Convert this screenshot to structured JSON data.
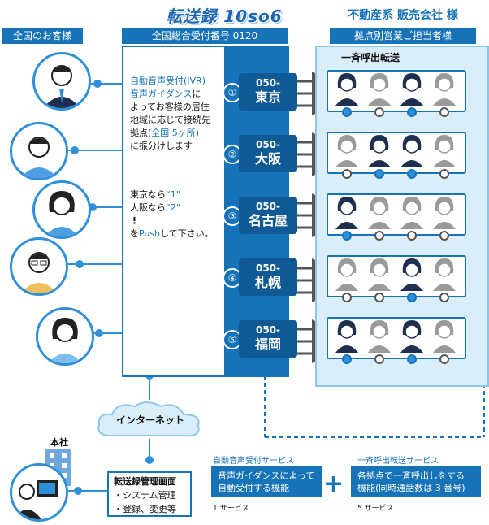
{
  "logo": "転送録 10so6",
  "customers_header": "全国のお客様",
  "reception_header": "全国総合受付番号 0120",
  "company_title": "不動産系 販売会社 様",
  "branch_header": "拠点別営業ご担当者様",
  "broadcast_label": "一斉呼出転送",
  "ivr_text": {
    "line1": "自動音声受付(IVR)",
    "line2a": "音声ガイダンス",
    "line2b": "に",
    "line3": "よってお客様の居住",
    "line4": "地域に応じて接続先",
    "line5a": "拠点",
    "line5b": "(全国 5ヶ所)",
    "line6": "に振分けします"
  },
  "push_text": {
    "tokyo_prefix": "東京なら",
    "tokyo_num": "“1”",
    "osaka_prefix": "大阪なら",
    "osaka_num": "“2”",
    "dots": "⋮",
    "push_a": "を",
    "push_b": "Push",
    "push_c": "して下さい。"
  },
  "branches": [
    {
      "num": "①",
      "code": "050-",
      "city": "東京",
      "active": [
        true,
        false,
        true,
        false
      ]
    },
    {
      "num": "②",
      "code": "050-",
      "city": "大阪",
      "active": [
        false,
        true,
        true,
        false
      ]
    },
    {
      "num": "③",
      "code": "050-",
      "city": "名古屋",
      "active": [
        true,
        false,
        false,
        false
      ]
    },
    {
      "num": "④",
      "code": "050-",
      "city": "札幌",
      "active": [
        false,
        false,
        true,
        false
      ]
    },
    {
      "num": "⑤",
      "code": "050-",
      "city": "福岡",
      "active": [
        true,
        false,
        true,
        false
      ]
    }
  ],
  "internet_label": "インターネット",
  "hq_label": "本社",
  "admin": {
    "title": "転送録管理画面",
    "item1": "・システム管理",
    "item2": "・登録、変更等"
  },
  "services": {
    "ivr_label": "自動音声受付サービス",
    "ivr_desc1": "音声ガイダンスによって",
    "ivr_desc2": "自動受付する機能",
    "ivr_count": "1 サービス",
    "plus": "+",
    "broadcast_label": "一斉呼出転送サービス",
    "broadcast_desc1": "各拠点で一斉呼出しをする",
    "broadcast_desc2": "機能(同時通話数は 3 番号)",
    "broadcast_count": "5 サービス"
  },
  "colors": {
    "primary": "#1673b8",
    "light": "#daeefa",
    "accent": "#2f8fd8",
    "inactive": "#9a9a9a"
  }
}
